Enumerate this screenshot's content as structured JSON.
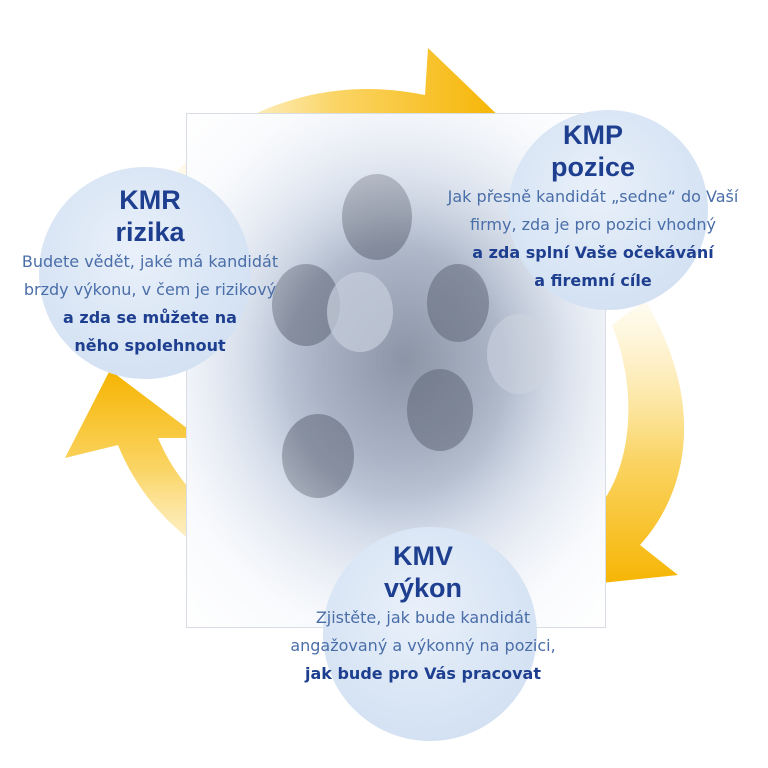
{
  "kmr": {
    "title_line1": "KMR",
    "title_line2": "rizika",
    "desc_line1": "Budete vědět, jaké má kandidát",
    "desc_line2": "brzdy výkonu, v čem je rizikový",
    "strong_line1": "a zda se můžete na",
    "strong_line2": "něho spolehnout"
  },
  "kmp": {
    "title_line1": "KMP",
    "title_line2": "pozice",
    "desc_line1": "Jak přesně kandidát „sedne“ do Vaší",
    "desc_line2": "firmy, zda je pro pozici vhodný",
    "strong_line1": "a zda splní Vaše očekávání",
    "strong_line2": "a firemní cíle"
  },
  "kmv": {
    "title_line1": "KMV",
    "title_line2": "výkon",
    "desc_line1": "Zjistěte, jak bude kandidát",
    "desc_line2": "angažovaný a výkonný na pozici,",
    "strong_line1": "jak bude pro Vás pracovat"
  },
  "colors": {
    "arrow": "#f6b400",
    "arrow_light": "#fde9a6",
    "title": "#1e3f8f",
    "text": "#4a6ea8",
    "bubble": "#d4e2f3"
  }
}
